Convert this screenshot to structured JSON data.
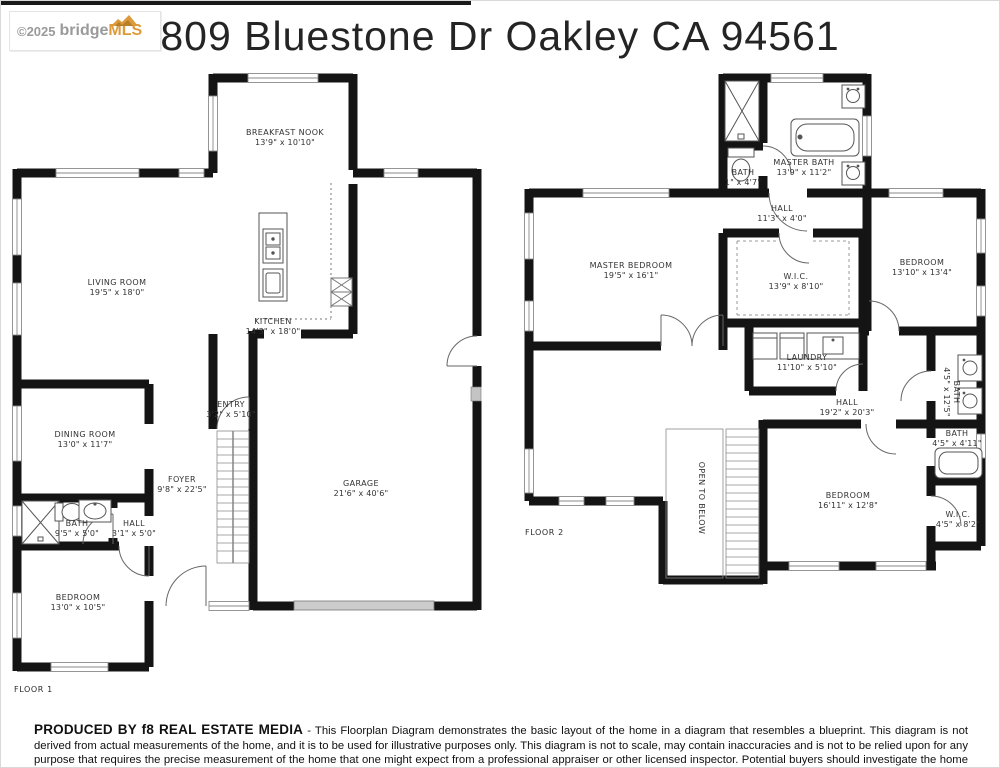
{
  "watermark": {
    "copyright": "©2025",
    "brand_gray": "bridge",
    "brand_orange": "MLS"
  },
  "title": "809 Bluestone Dr Oakley CA 94561",
  "floor1": {
    "label": "FLOOR 1",
    "rooms": {
      "breakfast_nook": {
        "name": "BREAKFAST NOOK",
        "dims": "13'9\" x 10'10\""
      },
      "living": {
        "name": "LIVING ROOM",
        "dims": "19'5\" x 18'0\""
      },
      "kitchen": {
        "name": "KITCHEN",
        "dims": "14'3\" x 18'0\""
      },
      "dining": {
        "name": "DINING ROOM",
        "dims": "13'0\" x 11'7\""
      },
      "entry": {
        "name": "ENTRY",
        "dims": "3'2\" x 5'10\""
      },
      "foyer": {
        "name": "FOYER",
        "dims": "9'8\" x 22'5\""
      },
      "garage": {
        "name": "GARAGE",
        "dims": "21'6\" x 40'6\""
      },
      "bath": {
        "name": "BATH",
        "dims": "9'5\" x 5'0\""
      },
      "hall": {
        "name": "HALL",
        "dims": "3'1\" x 5'0\""
      },
      "bedroom": {
        "name": "BEDROOM",
        "dims": "13'0\" x 10'5\""
      }
    }
  },
  "floor2": {
    "label": "FLOOR 2",
    "rooms": {
      "master_bath": {
        "name": "MASTER BATH",
        "dims": "13'9\" x 11'2\""
      },
      "bath_upper": {
        "name": "BATH",
        "dims": "1\" x 4'7\""
      },
      "hall_upper": {
        "name": "HALL",
        "dims": "11'3\" x 4'0\""
      },
      "master_bedroom": {
        "name": "MASTER BEDROOM",
        "dims": "19'5\" x 16'1\""
      },
      "wic": {
        "name": "W.I.C.",
        "dims": "13'9\" x 8'10\""
      },
      "bedroom_ne": {
        "name": "BEDROOM",
        "dims": "13'10\" x 13'4\""
      },
      "laundry": {
        "name": "LAUNDRY",
        "dims": "11'10\" x 5'10\""
      },
      "hall": {
        "name": "HALL",
        "dims": "19'2\" x 20'3\""
      },
      "bath_dual": {
        "name": "BATH",
        "dims": "4'5\" x 12'5\""
      },
      "bath_small": {
        "name": "BATH",
        "dims": "4'5\" x 4'11\""
      },
      "bedroom_s": {
        "name": "BEDROOM",
        "dims": "16'11\" x 12'8\""
      },
      "wic_small": {
        "name": "W.I.C.",
        "dims": "4'5\" x 8'2\""
      },
      "open_below": {
        "name": "OPEN TO BELOW"
      }
    }
  },
  "footer": {
    "bold": "PRODUCED BY f8 REAL ESTATE MEDIA",
    "text": " - This Floorplan Diagram demonstrates the basic layout of the home in a diagram that resembles a blueprint. This diagram is not derived from actual measurements of the home, and it is to be used for illustrative purposes only. This diagram is not to scale, may contain inaccuracies and is not to be relied upon for any purpose that requires the precise measurement of the home that one might expect from a professional appraiser or other licensed inspector. Potential buyers should investigate the home independently to their satisfaction."
  },
  "colors": {
    "wall": "#141414",
    "brand_orange": "#dc9a3a",
    "watermark_gray": "#9a9a9a"
  }
}
